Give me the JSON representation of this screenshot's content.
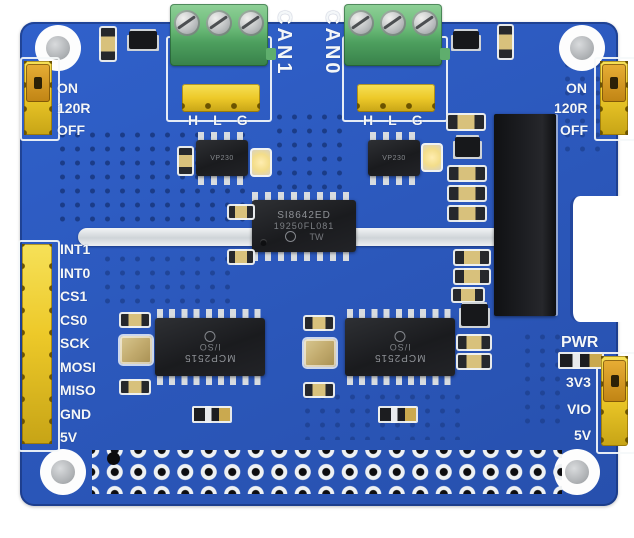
{
  "connectors": {
    "can1": {
      "label": "CAN1",
      "pins": [
        "H",
        "L",
        "G"
      ]
    },
    "can0": {
      "label": "CAN0",
      "pins": [
        "H",
        "L",
        "G"
      ]
    }
  },
  "termination_left": {
    "on": "ON",
    "resistor": "120R",
    "off": "OFF"
  },
  "termination_right": {
    "on": "ON",
    "resistor": "120R",
    "off": "OFF"
  },
  "power": {
    "title": "PWR",
    "v33": "3V3",
    "vio": "VIO",
    "v5": "5V"
  },
  "spi_header": {
    "labels": [
      "INT1",
      "INT0",
      "CS1",
      "CS0",
      "SCK",
      "MOSI",
      "MISO",
      "GND",
      "5V"
    ]
  },
  "chips": {
    "isolator": {
      "line1": "SI8642ED",
      "line2": "19250FL081",
      "line3": "TW"
    },
    "can_left": {
      "name": "MCP2515",
      "suffix": "I/SO"
    },
    "can_right": {
      "name": "MCP2515",
      "suffix": "I/SO"
    },
    "xcvr_left": "VP230",
    "xcvr_right": "VP230"
  },
  "colors": {
    "pcb": "#3061cb",
    "yellow": "#edc929",
    "green": "#58aa66",
    "silk": "#f4f7f9",
    "module": "#17181b"
  }
}
